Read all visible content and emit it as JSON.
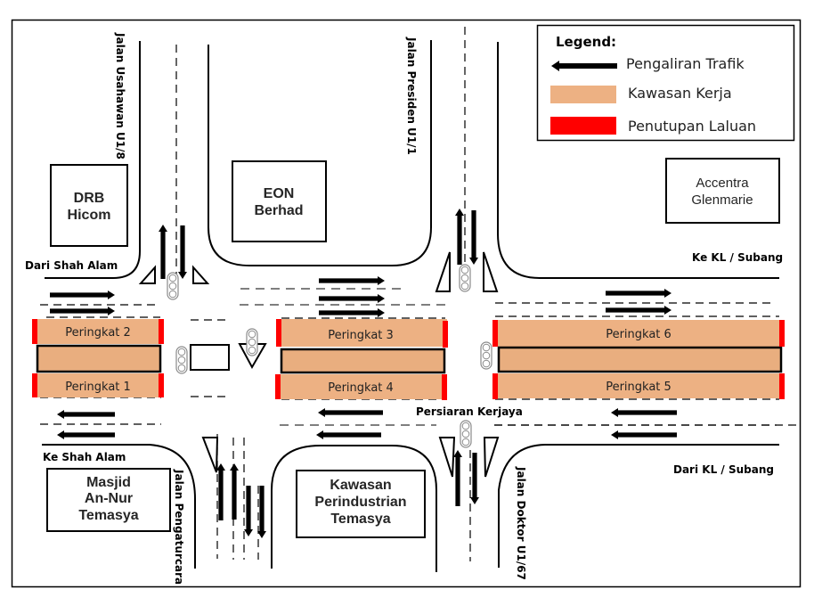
{
  "legend": {
    "title": "Legend:",
    "items": [
      {
        "symbol": "traffic-flow-arrow",
        "label": "Pengaliran Trafik",
        "color": "#000000"
      },
      {
        "symbol": "work-zone-swatch",
        "label": "Kawasan Kerja",
        "color": "#EDB183"
      },
      {
        "symbol": "lane-closure-swatch",
        "label": "Penutupan Laluan",
        "color": "#FF0000"
      }
    ]
  },
  "roads": {
    "jalan_usahawan": "Jalan Usahawan U1/8",
    "jalan_presiden": "Jalan Presiden U1/1",
    "jalan_pengaturcara": "Jalan Pengaturcara",
    "jalan_doktor": "Jalan Doktor U1/67",
    "persiaran_kerjaya": "Persiaran Kerjaya"
  },
  "directions": {
    "dari_shah_alam": "Dari Shah Alam",
    "ke_shah_alam": "Ke Shah Alam",
    "ke_kl_subang": "Ke KL / Subang",
    "dari_kl_subang": "Dari KL / Subang"
  },
  "buildings": {
    "drb": [
      "DRB",
      "Hicom"
    ],
    "eon": [
      "EON",
      "Berhad"
    ],
    "accentra": [
      "Accentra",
      "Glenmarie"
    ],
    "masjid": [
      "Masjid",
      "An-Nur",
      "Temasya"
    ],
    "kawasan": [
      "Kawasan",
      "Perindustrian",
      "Temasya"
    ]
  },
  "work_zones": {
    "p1": "Peringkat 1",
    "p2": "Peringkat 2",
    "p3": "Peringkat 3",
    "p4": "Peringkat 4",
    "p5": "Peringkat 5",
    "p6": "Peringkat 6"
  },
  "colors": {
    "work_zone": "#EDB183",
    "closure": "#FF0000",
    "frame": "#000000"
  }
}
